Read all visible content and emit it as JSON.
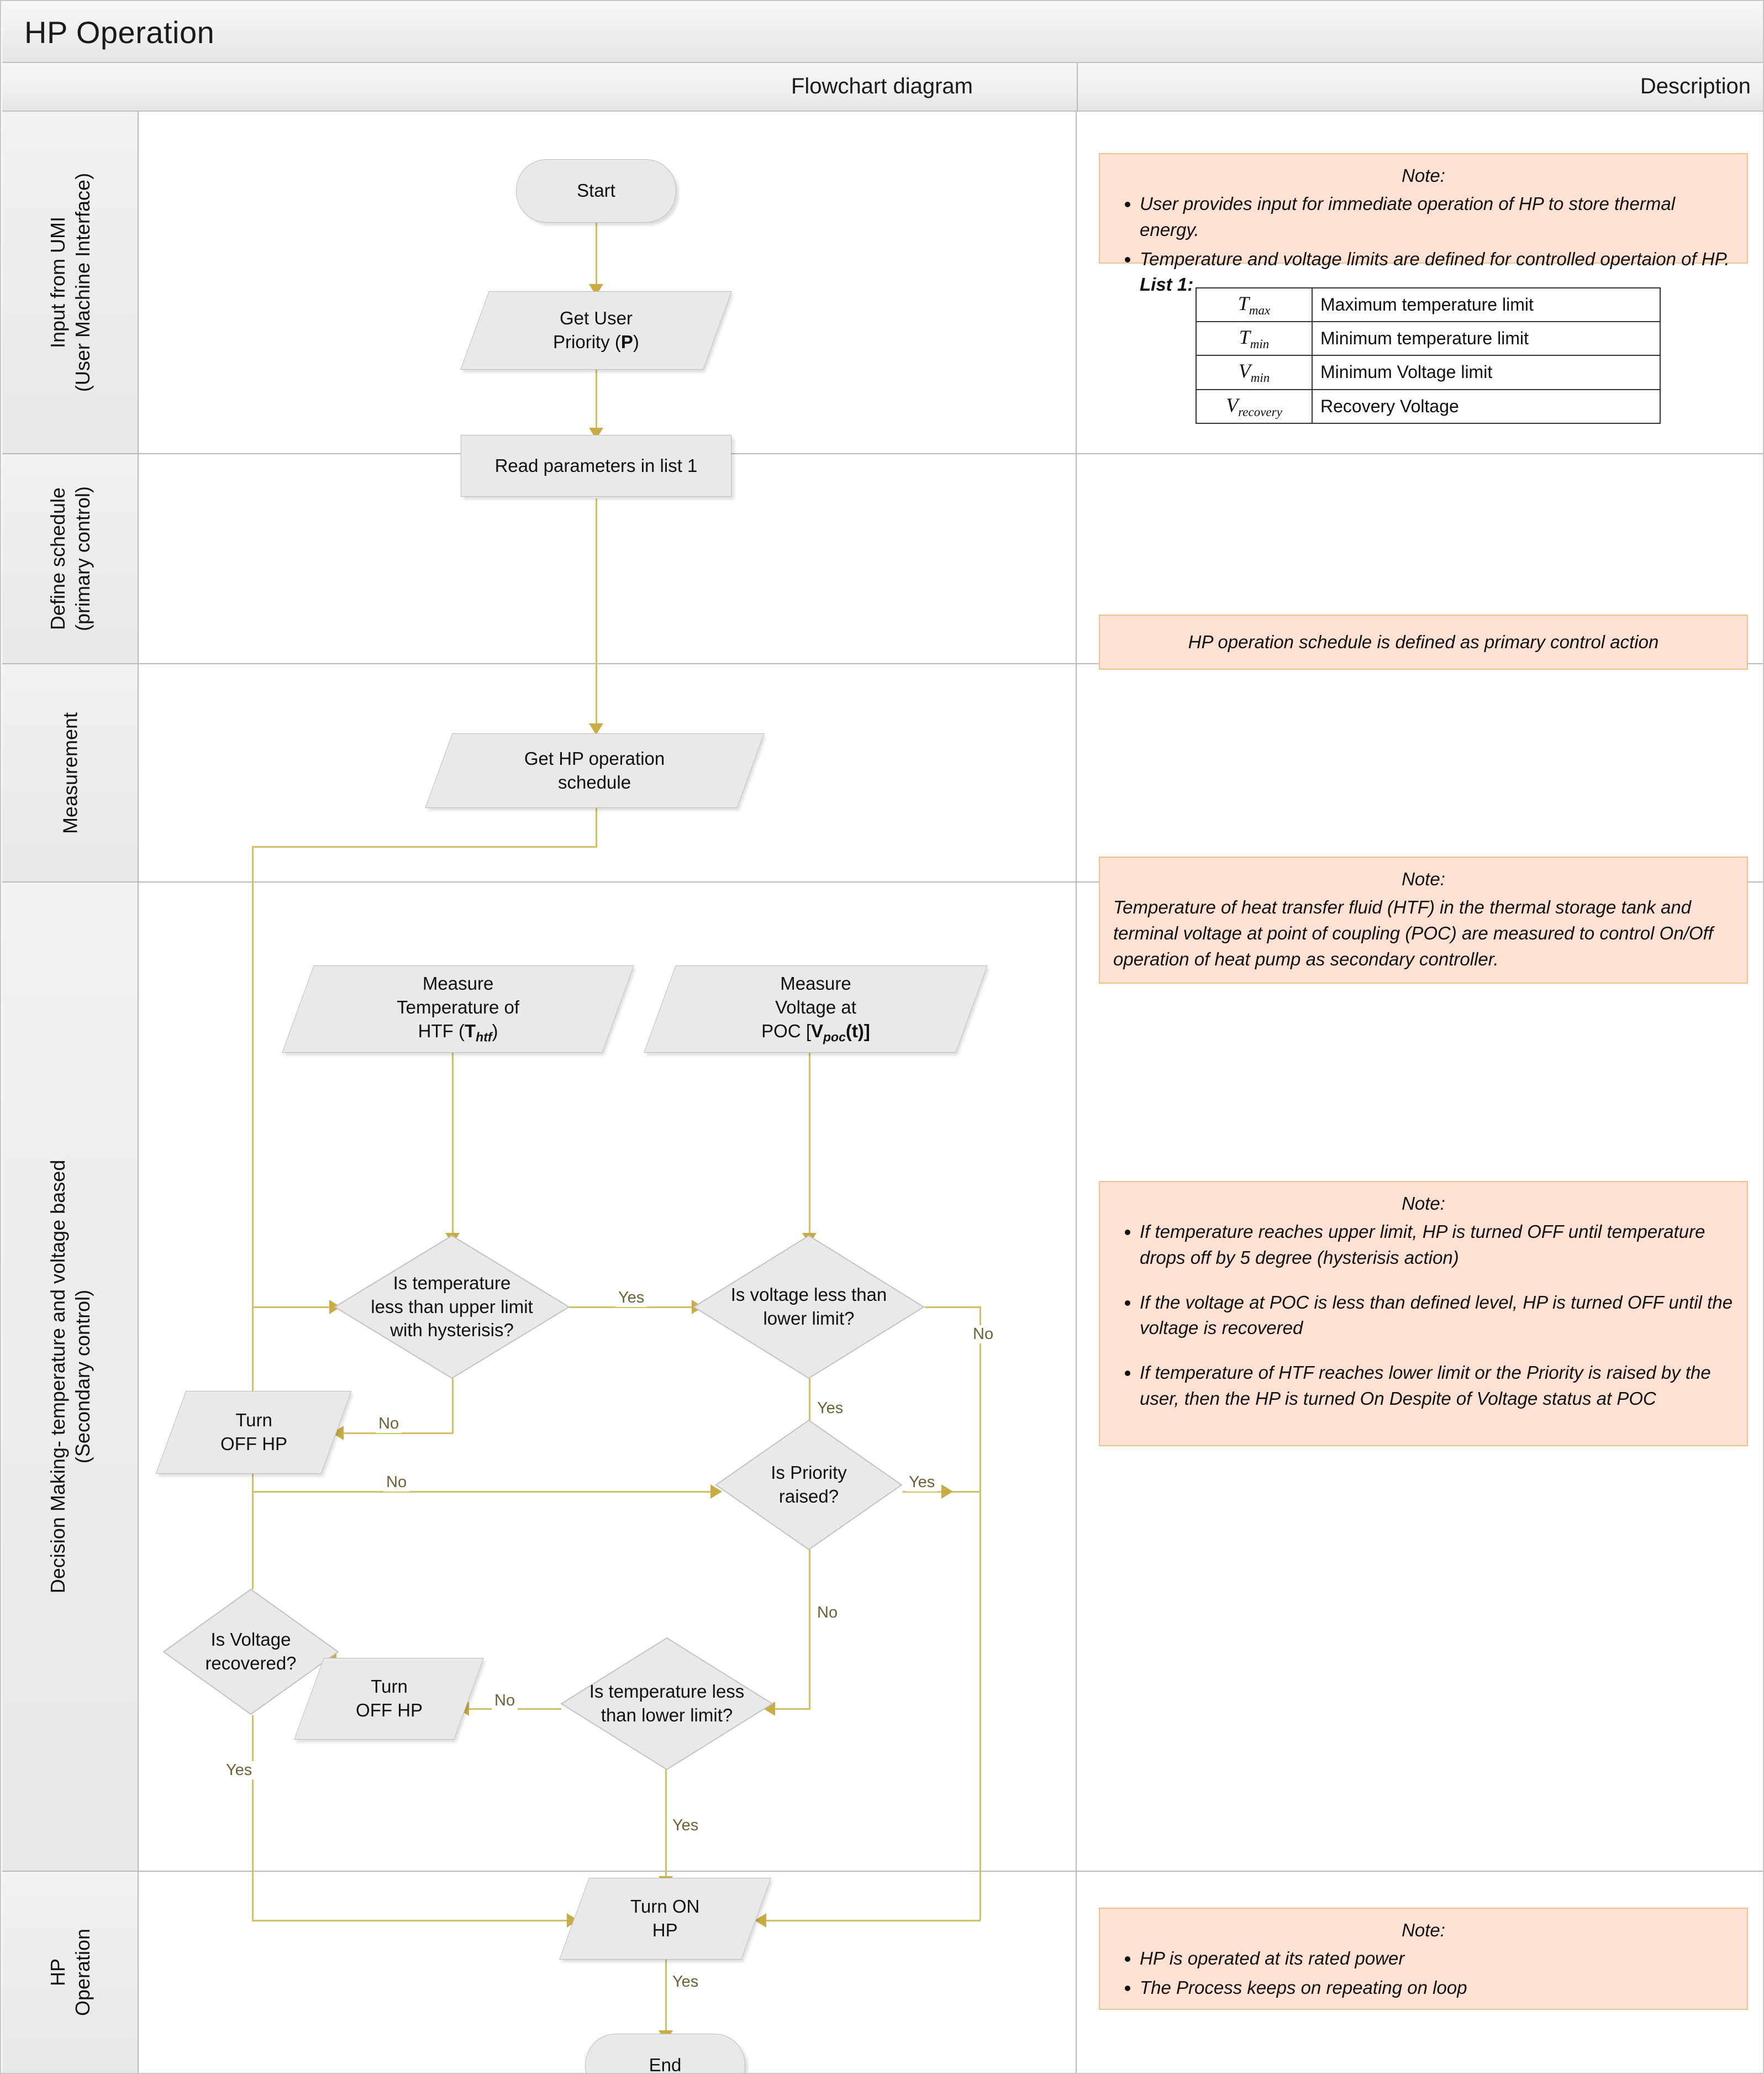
{
  "title": "HP Operation",
  "columns": {
    "flowchart": "Flowchart diagram",
    "description": "Description"
  },
  "lanes": [
    {
      "id": "lane1",
      "label_line1": "Input from UMI",
      "label_line2": "(User Machine Interface)"
    },
    {
      "id": "lane2",
      "label_line1": "Define  schedule",
      "label_line2": "(primary control)"
    },
    {
      "id": "lane3",
      "label_line1": "Measurement",
      "label_line2": ""
    },
    {
      "id": "lane4",
      "label_line1": "Decision Making- temperature and voltage based",
      "label_line2": "(Secondary control)"
    },
    {
      "id": "lane5",
      "label_line1": "HP",
      "label_line2": "Operation"
    }
  ],
  "nodes": {
    "start": "Start",
    "get_user_priority_l1": "Get User",
    "get_user_priority_l2_pre": "Priority (",
    "get_user_priority_l2_sym": "P",
    "get_user_priority_l2_post": ")",
    "read_parameters": "Read parameters in list 1",
    "get_schedule_l1": "Get HP operation",
    "get_schedule_l2": "schedule",
    "measure_temp_l1": "Measure",
    "measure_temp_l2": "Temperature of",
    "measure_temp_l3_pre": "HTF (",
    "measure_temp_l3_sym": "T",
    "measure_temp_l3_sub": "htf",
    "measure_temp_l3_post": ")",
    "measure_volt_l1": "Measure",
    "measure_volt_l2": "Voltage at",
    "measure_volt_l3_pre": "POC [",
    "measure_volt_l3_sym": "V",
    "measure_volt_l3_sub": "poc",
    "measure_volt_l3_post": "(t)]",
    "dec_temp_upper_l1": "Is temperature",
    "dec_temp_upper_l2": "less than upper limit",
    "dec_temp_upper_l3": "with hysterisis?",
    "dec_volt_lower_l1": "Is voltage less than",
    "dec_volt_lower_l2": "lower limit?",
    "turn_off_hp_a_l1": "Turn",
    "turn_off_hp_a_l2": "OFF HP",
    "dec_priority_l1": "Is Priority",
    "dec_priority_l2": "raised?",
    "dec_volt_recovered_l1": "Is Voltage",
    "dec_volt_recovered_l2": "recovered?",
    "turn_off_hp_b_l1": "Turn",
    "turn_off_hp_b_l2": "OFF HP",
    "dec_temp_lower_l1": "Is temperature less",
    "dec_temp_lower_l2": "than lower limit?",
    "turn_on_hp_l1": "Turn ON",
    "turn_on_hp_l2": "HP",
    "end": "End"
  },
  "edge_labels": {
    "yes": "Yes",
    "no": "No",
    "temp_upper_yes": "Yes",
    "temp_upper_no": "No",
    "volt_lower_yes": "Yes",
    "volt_lower_no": "No",
    "priority_yes": "Yes",
    "priority_no": "No",
    "volt_recovered_yes": "Yes",
    "temp_lower_no": "No",
    "temp_lower_yes": "Yes",
    "turn_on_yes": "Yes"
  },
  "notes": {
    "lane1": {
      "head": "Note:",
      "bullets": [
        "User provides input for immediate operation of HP to store thermal energy.",
        "Temperature and voltage limits are defined for controlled opertaion of HP. "
      ],
      "bullet2_bold": "List 1:"
    },
    "lane2": {
      "text": "HP operation schedule is defined as primary control action"
    },
    "lane3": {
      "head": "Note:",
      "text": "Temperature of heat transfer fluid (HTF) in the thermal storage tank and terminal voltage at point of coupling (POC) are measured to control On/Off operation of heat pump as secondary controller."
    },
    "lane4": {
      "head": "Note:",
      "bullets": [
        "If temperature reaches upper limit, HP is turned OFF until temperature drops off by 5 degree (hysterisis action)",
        "If the voltage at POC is less than defined level, HP is turned OFF until the voltage is recovered",
        "If temperature of HTF reaches lower limit or the Priority is raised by the user, then the HP is turned On Despite of Voltage status at POC"
      ]
    },
    "lane5": {
      "head": "Note:",
      "bullets": [
        "HP is operated at its rated power",
        "The Process keeps on repeating on loop"
      ]
    }
  },
  "list1_table": {
    "rows": [
      {
        "symbol": "T",
        "sub": "max",
        "definition": "Maximum temperature limit"
      },
      {
        "symbol": "T",
        "sub": "min",
        "definition": "Minimum temperature limit"
      },
      {
        "symbol": "V",
        "sub": "min",
        "definition": "Minimum Voltage limit"
      },
      {
        "symbol": "V",
        "sub": "recovery",
        "definition": "Recovery Voltage"
      }
    ]
  },
  "colors": {
    "note_bg": "#fde1d2",
    "note_border": "#e9c48e",
    "shape_fill": "#e9e9e9",
    "shape_border": "#bdbdbd",
    "connector": "#d4bf63",
    "lane_header_bg": "#ececec"
  }
}
